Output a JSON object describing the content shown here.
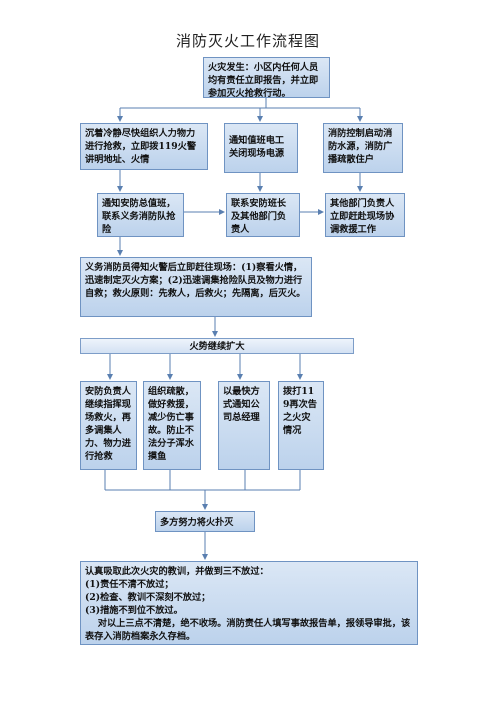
{
  "title": "消防灭火工作流程图",
  "nodes": {
    "start": "火灾发生：小区内任何人员均有责任立即报告，并立即参加灭火抢救行动。",
    "left1": "沉着冷静尽快组织人力物力进行抢救，立即拨119火警讲明地址、火情",
    "mid1": "通知值班电工关闭现场电源",
    "right1": "消防控制启动消防水源，消防广播疏散住户",
    "left2": "通知安防总值班，联系义务消防队抢险",
    "mid2": "联系安防班长及其他部门负责人",
    "right2": "其他部门负责人立即赶赴现场协调救援工作",
    "team": "义务消防员得知火警后立即赶往现场：(1)察看火情，迅速制定灭火方案；(2)迅速调集抢险队员及物力进行自救；救火原则：先救人，后救火；先隔离，后灭火。",
    "spread": "火势继续扩大",
    "act1": "安防负责人继续指挥现场救火，再多调集人力、物力进行抢救",
    "act2": "组织疏散，做好救援，减少伤亡事故。防止不法分子浑水摸鱼",
    "act3": "以最快方式通知公司总经理",
    "act4": "拨打119再次告之火灾情况",
    "extinguish": "多方努力将火扑灭",
    "summary": "认真吸取此次火灾的教训，并做到三不放过：\n(1)责任不清不放过；\n(2)检查、教训不深刻不放过；\n(3)措施不到位不放过。\n    对以上三点不清楚，绝不收场。消防责任人填写事故报告单，报领导审批，该表存入消防档案永久存档。"
  },
  "colors": {
    "fill": "#bcd2ec",
    "border": "#6f93c2",
    "line": "#5a7fb0"
  }
}
